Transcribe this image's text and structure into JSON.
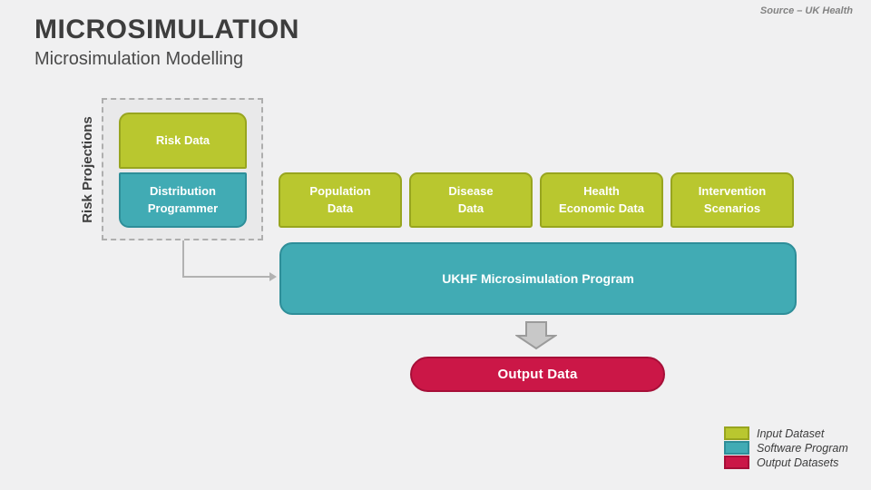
{
  "header": {
    "title": "MICROSIMULATION",
    "subtitle": "Microsimulation Modelling",
    "source": "Source – UK Health"
  },
  "diagram": {
    "group_label": "Risk Projections",
    "risk_data_label": "Risk Data",
    "distribution_label": "Distribution\nProgrammer",
    "input_boxes": [
      "Population\nData",
      "Disease\nData",
      "Health\nEconomic Data",
      "Intervention\nScenarios"
    ],
    "program_label": "UKHF Microsimulation Program",
    "output_label": "Output Data"
  },
  "legend": {
    "items": [
      {
        "label": "Input Dataset",
        "color": "#b9c72f"
      },
      {
        "label": "Software Program",
        "color": "#41abb4"
      },
      {
        "label": "Output Datasets",
        "color": "#cb1747"
      }
    ]
  },
  "colors": {
    "background": "#f0f0f1",
    "input_fill": "#b9c72f",
    "input_border": "#98a51f",
    "software_fill": "#41abb4",
    "software_border": "#2e8e99",
    "output_fill": "#cb1747",
    "output_border": "#a60f38",
    "connector": "#b2b2b2",
    "title_text": "#3d3d3d"
  }
}
